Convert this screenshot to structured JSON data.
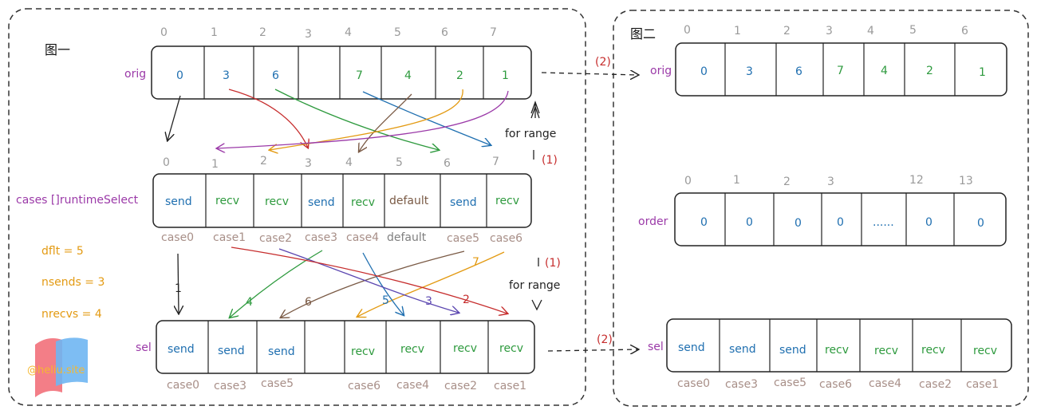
{
  "figure1": {
    "title": "图一",
    "orig": {
      "label": "orig",
      "indices": [
        "0",
        "1",
        "2",
        "3",
        "4",
        "5",
        "6",
        "7"
      ],
      "cells": [
        "0",
        "3",
        "6",
        "",
        "7",
        "4",
        "2",
        "1"
      ]
    },
    "cases": {
      "label": "cases []runtimeSelect",
      "indices": [
        "0",
        "1",
        "2",
        "3",
        "4",
        "5",
        "6",
        "7"
      ],
      "cells": [
        "send",
        "recv",
        "recv",
        "send",
        "recv",
        "default",
        "send",
        "recv"
      ],
      "case_labels": [
        "case0",
        "case1",
        "case2",
        "case3",
        "case4",
        "default",
        "case5",
        "case6"
      ]
    },
    "vars": {
      "dflt": "dflt = 5",
      "nsends": "nsends = 3",
      "nrecvs": "nrecvs = 4"
    },
    "sel": {
      "label": "sel",
      "cells": [
        "send",
        "send",
        "send",
        "",
        "recv",
        "recv",
        "recv",
        "recv"
      ],
      "case_labels": [
        "case0",
        "case3",
        "case5",
        "",
        "case6",
        "case4",
        "case2",
        "case1"
      ]
    },
    "arrow_numbers": [
      "1",
      "4",
      "6",
      "5",
      "3",
      "2",
      "7"
    ],
    "annotations": {
      "for_range_top": "for range",
      "step1_top": "(1)",
      "for_range_bottom": "for range",
      "step1_bottom": "(1)",
      "step2_top": "(2)",
      "step2_bottom": "(2)"
    }
  },
  "figure2": {
    "title": "图二",
    "orig": {
      "label": "orig",
      "indices": [
        "0",
        "1",
        "2",
        "3",
        "4",
        "5",
        "6"
      ],
      "cells": [
        "0",
        "3",
        "6",
        "7",
        "4",
        "2",
        "1"
      ]
    },
    "order": {
      "label": "order",
      "indices": [
        "0",
        "1",
        "2",
        "3",
        "",
        "12",
        "13"
      ],
      "cells": [
        "0",
        "0",
        "0",
        "0",
        "......",
        "0",
        "0"
      ]
    },
    "sel": {
      "label": "sel",
      "cells": [
        "send",
        "send",
        "send",
        "recv",
        "recv",
        "recv",
        "recv"
      ],
      "case_labels": [
        "case0",
        "case3",
        "case5",
        "case6",
        "case4",
        "case2",
        "case1"
      ]
    }
  },
  "watermark": "@heliu.site",
  "colors": {
    "blue": "#1f6fb0",
    "green": "#2e9a3e",
    "brown": "#7a5a45",
    "purple": "#9b3aa8",
    "orange": "#e39a12",
    "red": "#c62d2d"
  }
}
